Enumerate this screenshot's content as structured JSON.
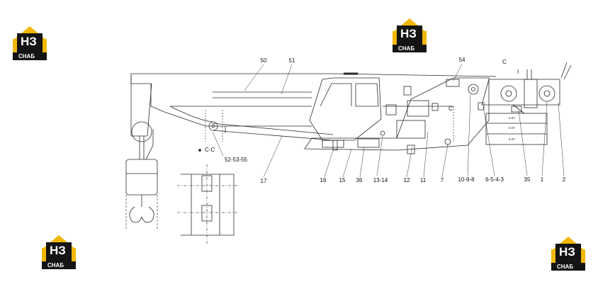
{
  "logo": {
    "wordmark": "HЗ",
    "subtext": "СНАБ",
    "colors": {
      "roof": "#f2b705",
      "dark": "#141414",
      "text": "#ffffff"
    }
  },
  "annotations": {
    "section_cc": "C-C",
    "c_top": "C",
    "c_mid": "C",
    "roman_one": "I"
  },
  "weight_plates": [
    "6.5T",
    "6.5T",
    "6.5T"
  ],
  "callouts": [
    "50",
    "51",
    "54",
    "52-53-55",
    "17",
    "16",
    "15",
    "36",
    "13-14",
    "12",
    "11",
    "7",
    "10-9-8",
    "6-5-4-3",
    "35",
    "1",
    "2"
  ],
  "colors": {
    "line": "#2a2a2a",
    "thin": "#555555"
  }
}
